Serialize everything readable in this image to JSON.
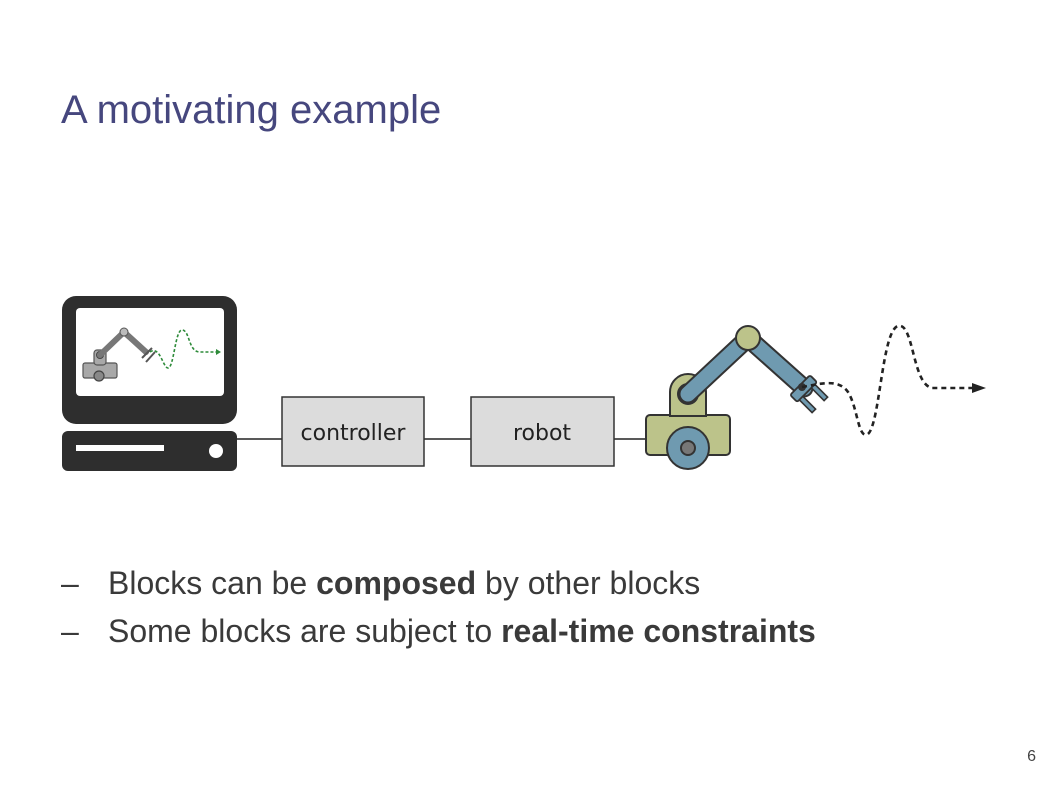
{
  "slide": {
    "title": "A motivating example",
    "page_number": "6"
  },
  "diagram": {
    "blocks": [
      {
        "label": "controller"
      },
      {
        "label": "robot"
      }
    ],
    "icons": [
      "computer-icon",
      "robot-arm-icon",
      "trajectory-icon"
    ],
    "colors": {
      "block_fill": "#dcdcdc",
      "robot_arm": "#6f9ab0",
      "robot_base": "#bcc38a",
      "computer": "#2e2e2e",
      "screen_trajectory": "#2e8b3a"
    }
  },
  "bullets": [
    {
      "dash": "–",
      "before": "Blocks can be ",
      "bold": "composed",
      "after": " by other blocks"
    },
    {
      "dash": "–",
      "before": "Some blocks are subject to ",
      "bold": "real-time constraints",
      "after": ""
    }
  ]
}
